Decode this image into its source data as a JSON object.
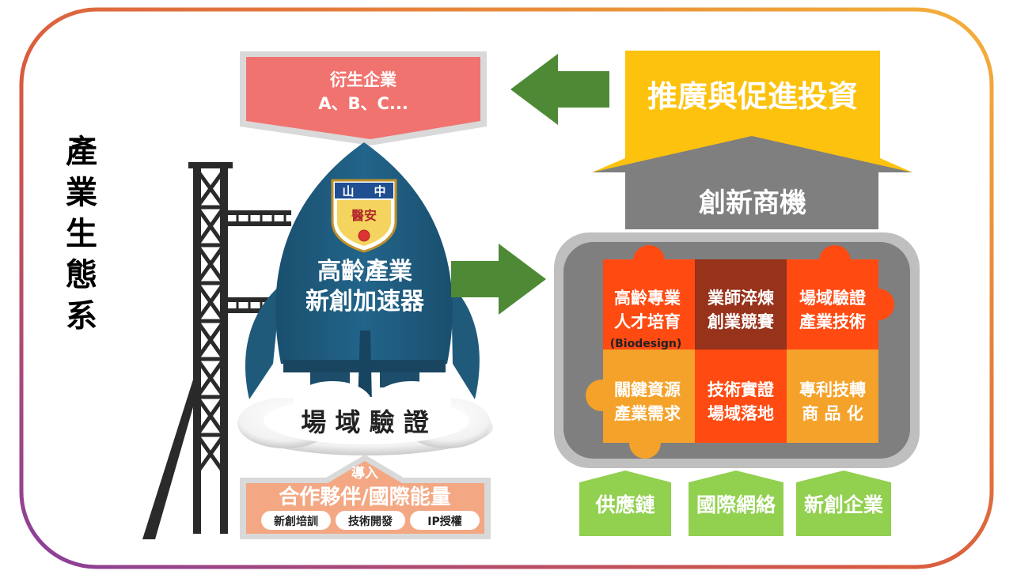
{
  "ecosystem_title": "產業生態系",
  "spinoff": {
    "title": "衍生企業",
    "subtitle": "A、B、C..."
  },
  "promotion": {
    "title": "推廣與促進投資"
  },
  "opportunity": {
    "title": "創新商機"
  },
  "rocket": {
    "logo_top_left": "山",
    "logo_top_right": "中",
    "logo_mid": "醫安",
    "line1": "高齡產業",
    "line2": "新創加速器"
  },
  "launch_cloud": {
    "label": "場 域 驗 證"
  },
  "partners": {
    "intro": "導入",
    "title": "合作夥伴/國際能量",
    "tags": [
      "新創培訓",
      "技術開發",
      "IP授權"
    ]
  },
  "puzzle": [
    {
      "line1": "高齡專業",
      "line2": "人才培育",
      "line3": "(Biodesign)",
      "color": "#ff4a12"
    },
    {
      "line1": "業師淬煉",
      "line2": "創業競賽",
      "color": "#97321b"
    },
    {
      "line1": "場域驗證",
      "line2": "產業技術",
      "color": "#ff4a12"
    },
    {
      "line1": "關鍵資源",
      "line2": "產業需求",
      "color": "#f5a22a"
    },
    {
      "line1": "技術實證",
      "line2": "場域落地",
      "color": "#ff4a12"
    },
    {
      "line1": "專利技轉",
      "line2": "商 品 化",
      "color": "#f5a22a"
    }
  ],
  "bottom_tags": [
    "供應鏈",
    "國際網絡",
    "新創企業"
  ],
  "colors": {
    "spinoff": "#f1736f",
    "promotion": "#fdc20e",
    "opportunity": "#7f7f7f",
    "arrow": "#4e8a35",
    "rocket": "#1f5a7b",
    "partners": "#f3a883",
    "bottom_tag": "#92d050"
  }
}
